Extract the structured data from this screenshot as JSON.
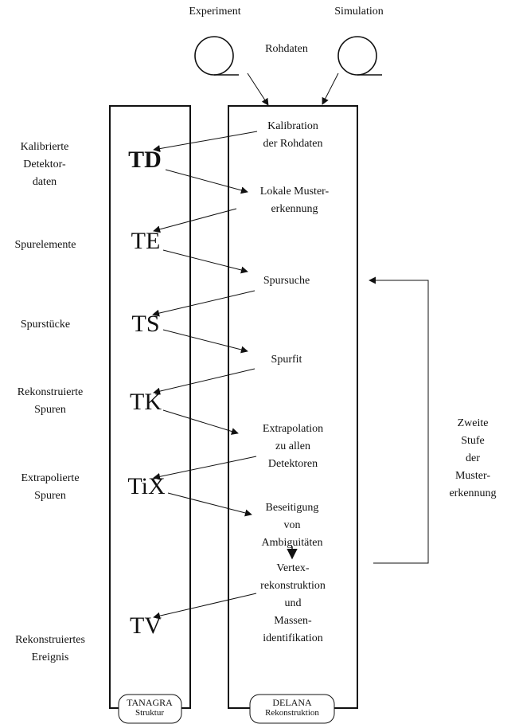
{
  "sources": {
    "experiment": "Experiment",
    "simulation": "Simulation",
    "rohdaten": "Rohdaten"
  },
  "steps": [
    [
      "Kalibration",
      "der Rohdaten"
    ],
    [
      "Lokale Muster-",
      "erkennung"
    ],
    [
      "Spursuche"
    ],
    [
      "Spurfit"
    ],
    [
      "Extrapolation",
      "zu allen",
      "Detektoren"
    ],
    [
      "Beseitigung",
      "von",
      "Ambiguitäten"
    ],
    [
      "Vertex-",
      "rekonstruktion",
      "und",
      "Massen-",
      "identifikation"
    ]
  ],
  "banks": [
    "TD",
    "TE",
    "TS",
    "TK",
    "TiX",
    "TV"
  ],
  "data_labels": [
    [
      "Kalibrierte",
      "Detektor-",
      "daten"
    ],
    [
      "Spurelemente"
    ],
    [
      "Spurstücke"
    ],
    [
      "Rekonstruierte",
      "Spuren"
    ],
    [
      "Extrapolierte",
      "Spuren"
    ],
    [
      "Rekonstruiertes",
      "Ereignis"
    ]
  ],
  "feedback": [
    "Zweite Stufe",
    "der Muster-",
    "erkennung"
  ],
  "tanagra": {
    "name": "TANAGRA",
    "sub": "Struktur"
  },
  "delana": {
    "name": "DELANA",
    "sub": "Rekonstruktion"
  }
}
